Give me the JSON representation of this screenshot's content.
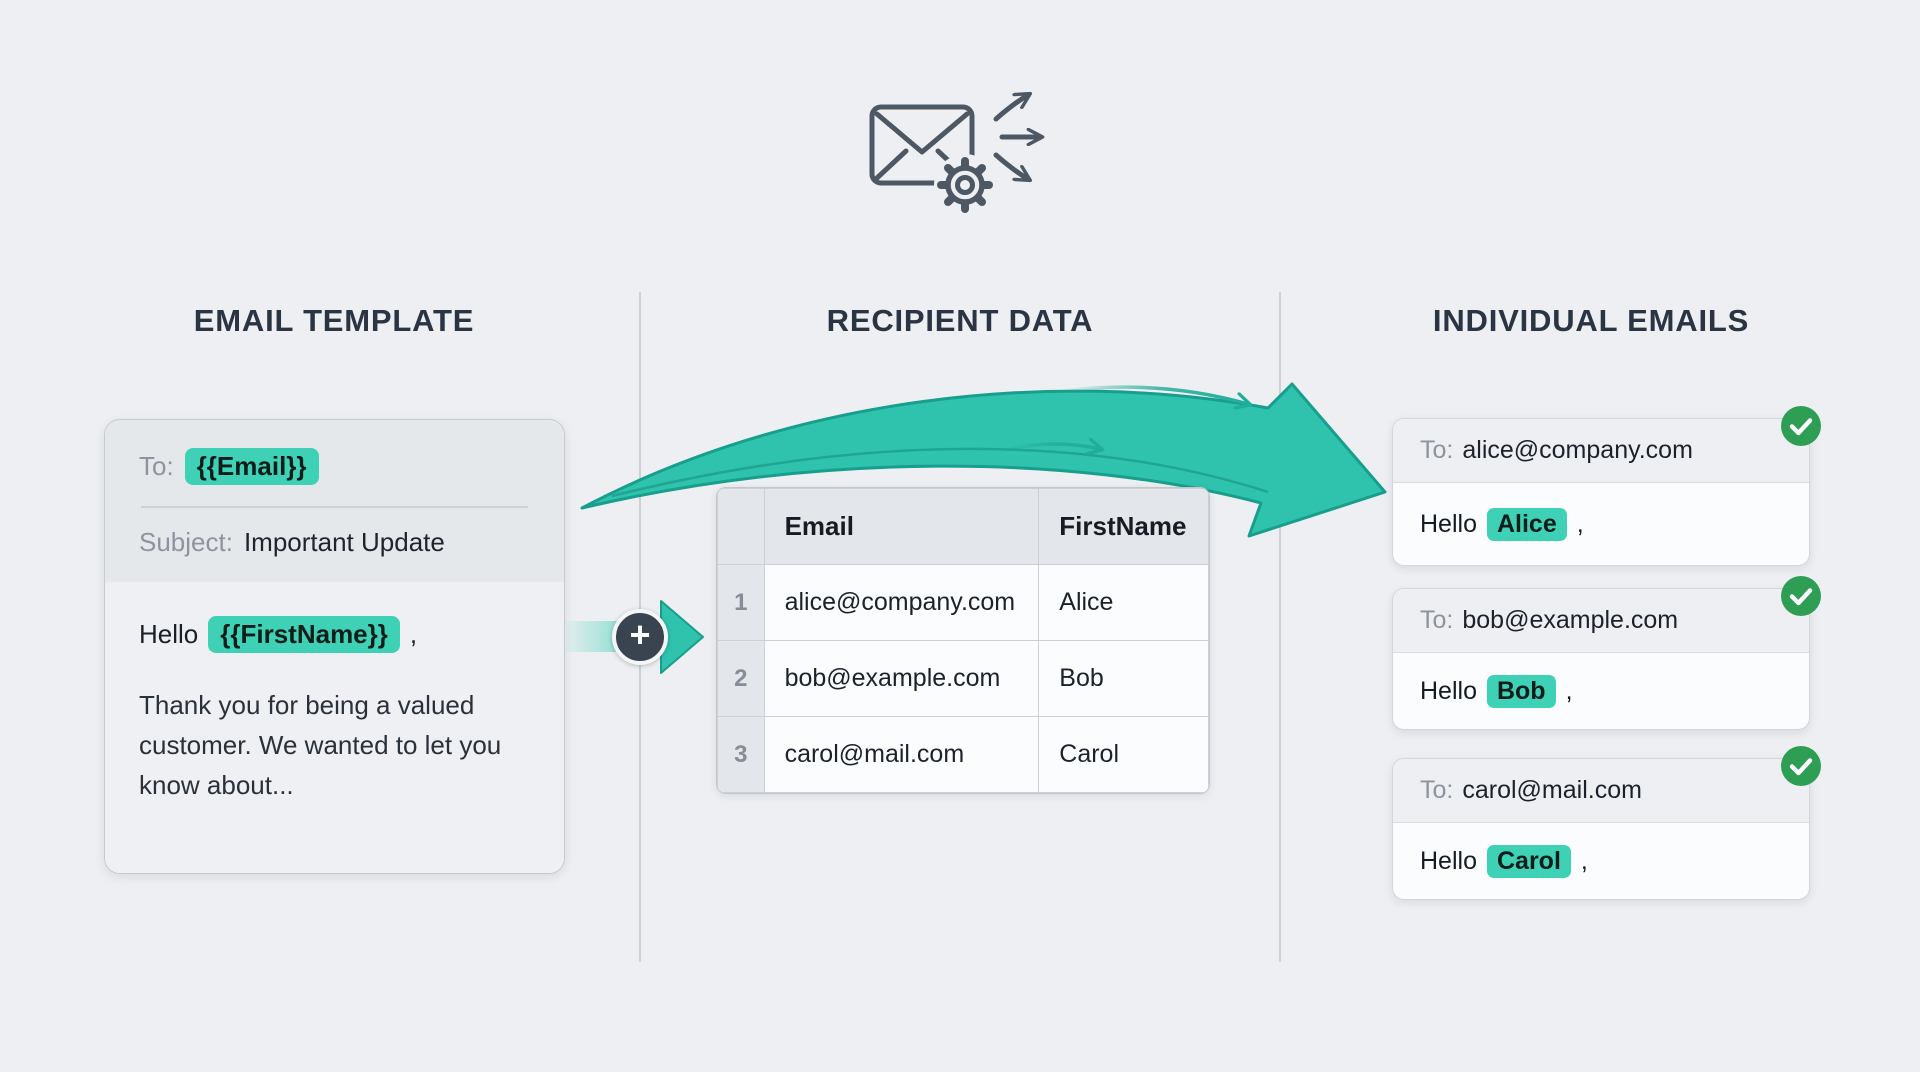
{
  "page": {
    "background": "#edeff2"
  },
  "colors": {
    "accent_teal": "#2fc3ad",
    "chip_teal": "#3fd1b6",
    "success_green": "#2f9e55",
    "heading_dark": "#2a3442"
  },
  "icons": {
    "plus_icon": "+",
    "check_icon": "check",
    "top_icon": "envelope-gear-fanout"
  },
  "headings": {
    "template": "EMAIL TEMPLATE",
    "recipients": "RECIPIENT DATA",
    "individual": "INDIVIDUAL EMAILS"
  },
  "template_card": {
    "to_label": "To:",
    "to_placeholder": "{{Email}}",
    "subject_label": "Subject:",
    "subject_value": "Important Update",
    "greeting_prefix": "Hello",
    "greeting_placeholder": "{{FirstName}}",
    "greeting_suffix": ",",
    "body": "Thank you for being a valued customer. We wanted to let you know about..."
  },
  "recipient_table": {
    "columns": {
      "row_num": "",
      "email": "Email",
      "first_name": "FirstName"
    },
    "rows": [
      {
        "num": "1",
        "email": "alice@company.com",
        "first_name": "Alice"
      },
      {
        "num": "2",
        "email": "bob@example.com",
        "first_name": "Bob"
      },
      {
        "num": "3",
        "email": "carol@mail.com",
        "first_name": "Carol"
      }
    ]
  },
  "emails": [
    {
      "to_label": "To:",
      "to_value": "alice@company.com",
      "greeting_prefix": "Hello",
      "name": "Alice",
      "greeting_suffix": ","
    },
    {
      "to_label": "To:",
      "to_value": "bob@example.com",
      "greeting_prefix": "Hello",
      "name": "Bob",
      "greeting_suffix": ","
    },
    {
      "to_label": "To:",
      "to_value": "carol@mail.com",
      "greeting_prefix": "Hello",
      "name": "Carol",
      "greeting_suffix": ","
    }
  ]
}
